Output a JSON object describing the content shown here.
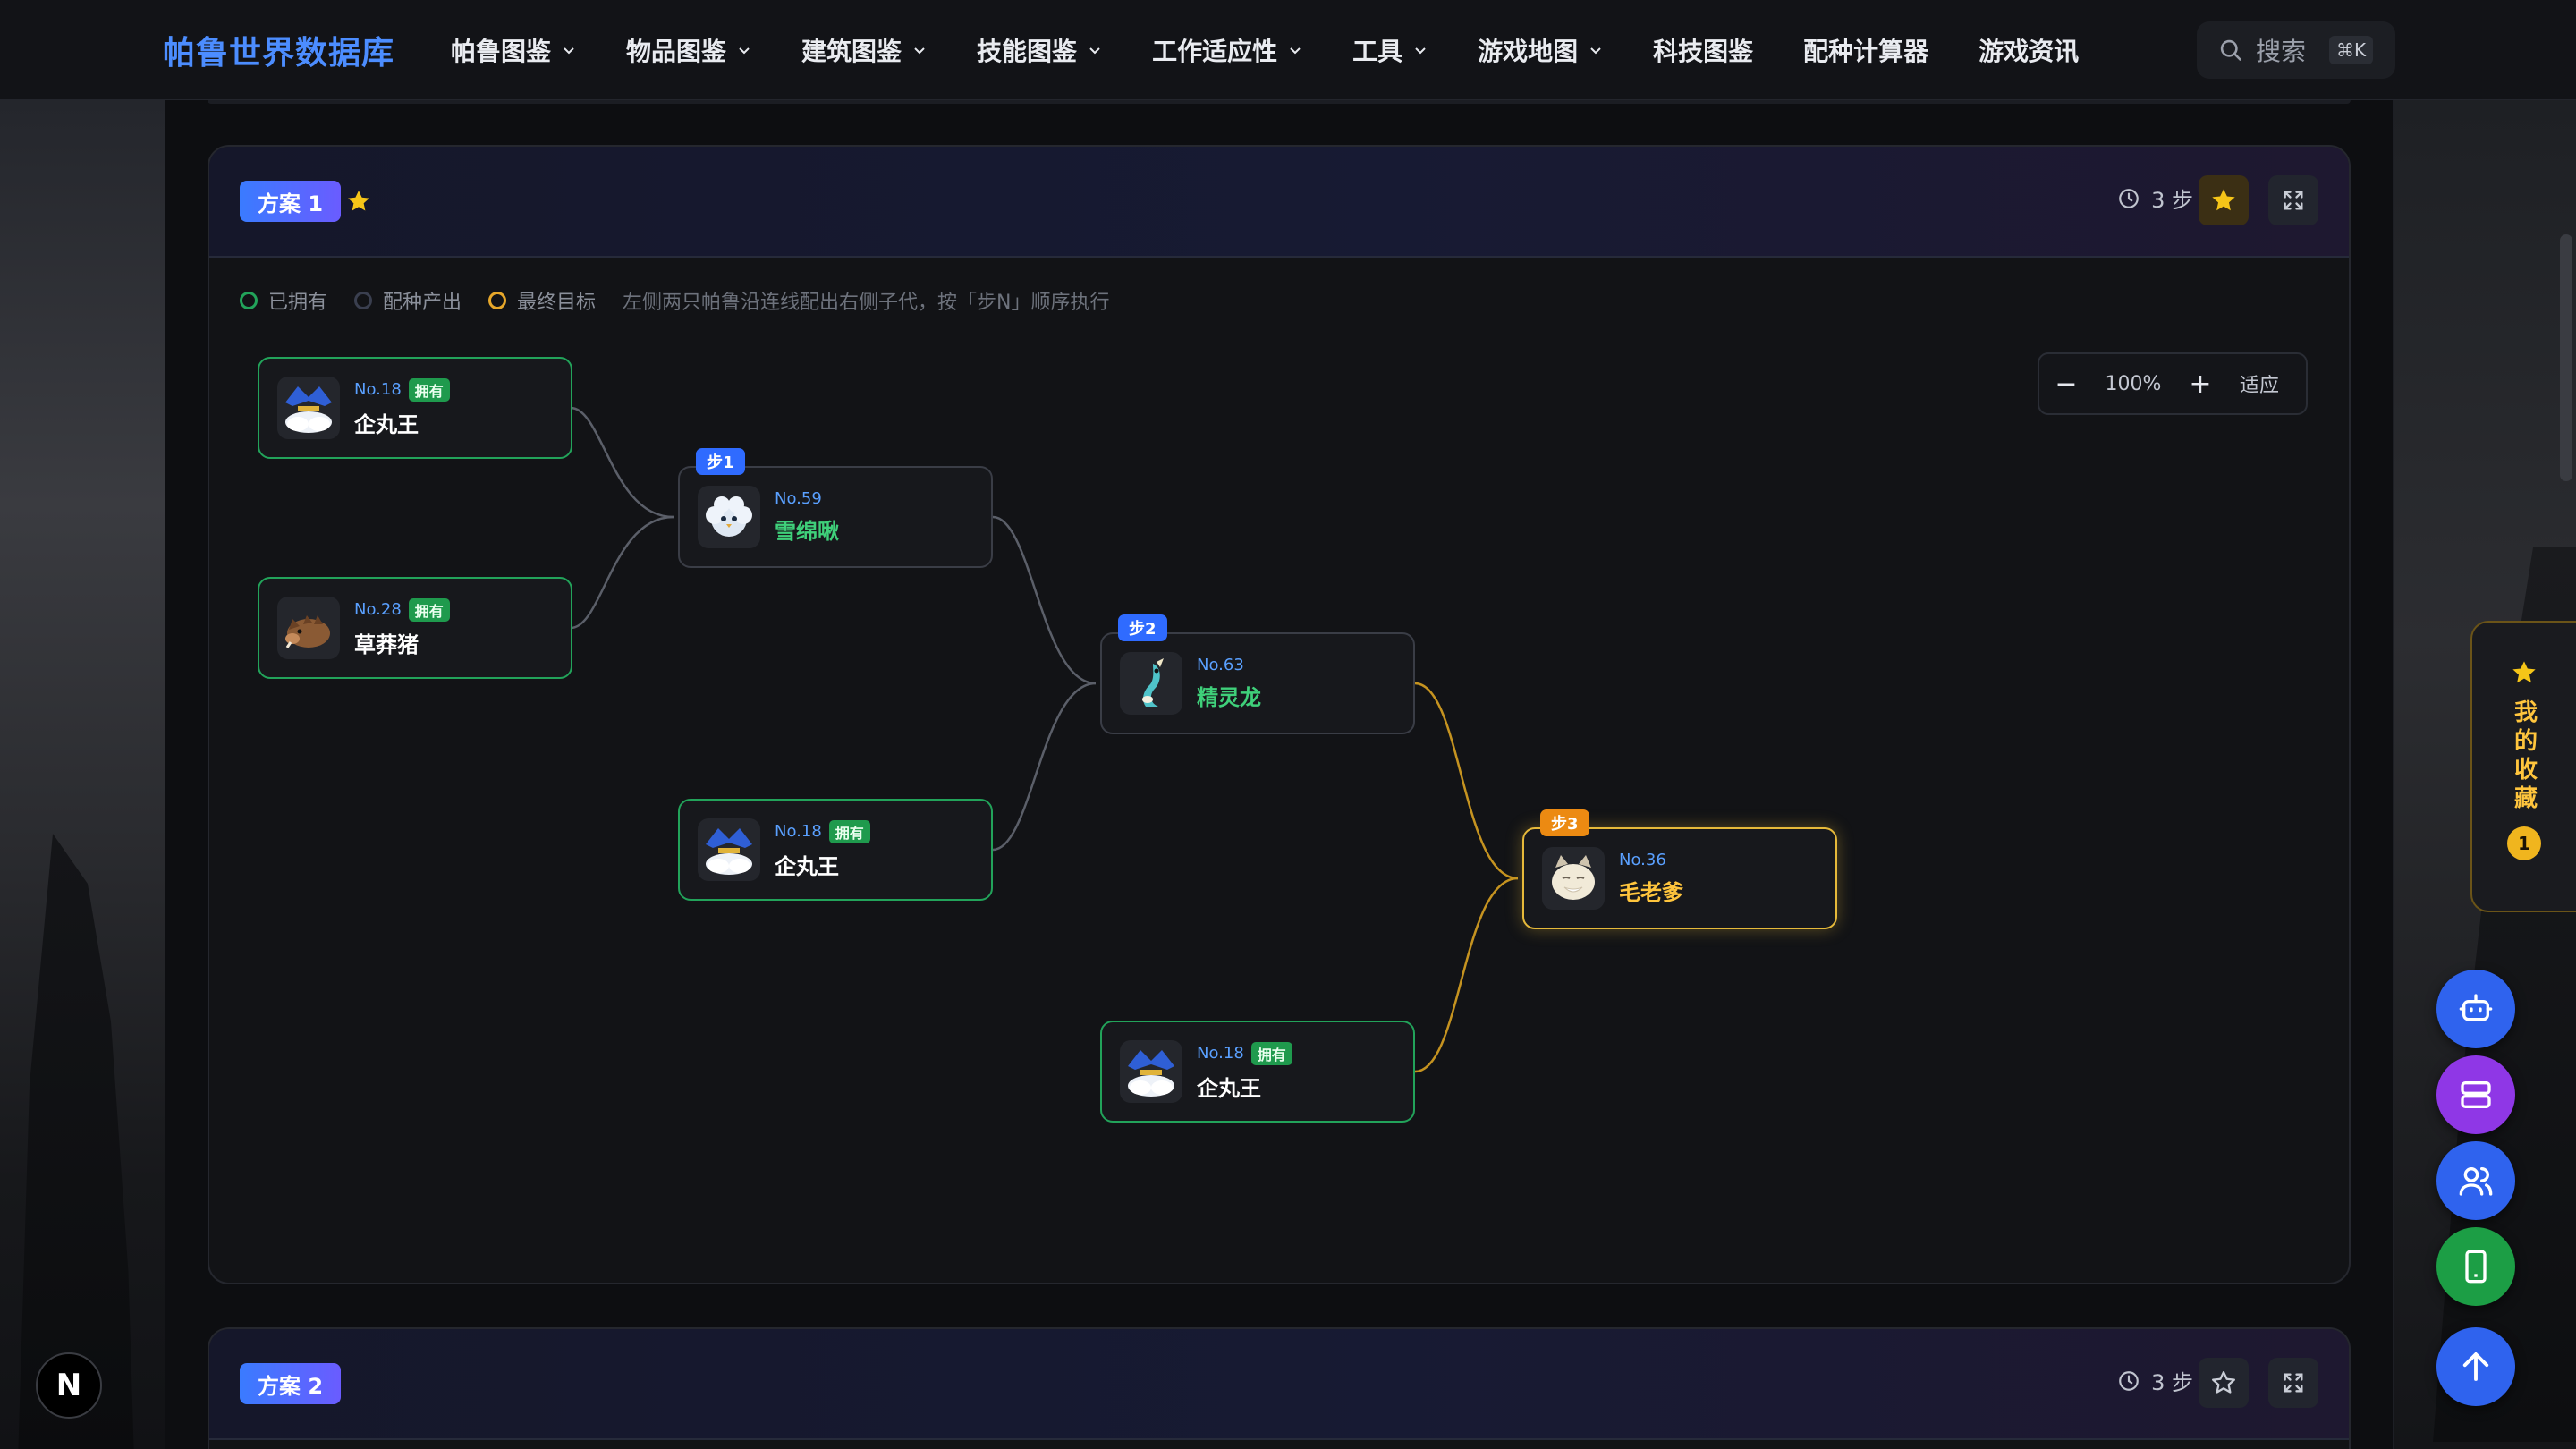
{
  "brand": "帕鲁世界数据库",
  "nav": [
    {
      "label": "帕鲁图鉴",
      "dropdown": true
    },
    {
      "label": "物品图鉴",
      "dropdown": true
    },
    {
      "label": "建筑图鉴",
      "dropdown": true
    },
    {
      "label": "技能图鉴",
      "dropdown": true
    },
    {
      "label": "工作适应性",
      "dropdown": true
    },
    {
      "label": "工具",
      "dropdown": true
    },
    {
      "label": "游戏地图",
      "dropdown": true
    },
    {
      "label": "科技图鉴",
      "dropdown": false
    },
    {
      "label": "配种计算器",
      "dropdown": false
    },
    {
      "label": "游戏资讯",
      "dropdown": false
    }
  ],
  "search": {
    "placeholder": "搜索",
    "shortcut": "⌘K"
  },
  "plan1": {
    "badge": "方案 1",
    "steps": "3 步",
    "legend": {
      "owned": "已拥有",
      "bred": "配种产出",
      "target": "最终目标",
      "hint": "左侧两只帕鲁沿连线配出右侧子代，按「步N」顺序执行"
    },
    "zoom": {
      "minus": "−",
      "value": "100%",
      "plus": "+",
      "fit": "适应"
    },
    "nodes": {
      "n1": {
        "num": "No.18",
        "tag": "拥有",
        "name": "企丸王"
      },
      "n2": {
        "num": "No.28",
        "tag": "拥有",
        "name": "草莽猪"
      },
      "n3": {
        "step": "步1",
        "num": "No.59",
        "name": "雪绵啾"
      },
      "n4": {
        "num": "No.18",
        "tag": "拥有",
        "name": "企丸王"
      },
      "n5": {
        "step": "步2",
        "num": "No.63",
        "name": "精灵龙"
      },
      "n6": {
        "num": "No.18",
        "tag": "拥有",
        "name": "企丸王"
      },
      "n7": {
        "step": "步3",
        "num": "No.36",
        "name": "毛老爹"
      }
    }
  },
  "plan2": {
    "badge": "方案 2",
    "steps": "3 步"
  },
  "favorites": {
    "label": "我的收藏",
    "count": "1"
  },
  "n_badge": "N",
  "colors": {
    "owned": "#22a35a",
    "bred": "#3a3d46",
    "target": "#e6b93a",
    "step_blue": "#2f6bff",
    "step_orange": "#ec8a12"
  }
}
